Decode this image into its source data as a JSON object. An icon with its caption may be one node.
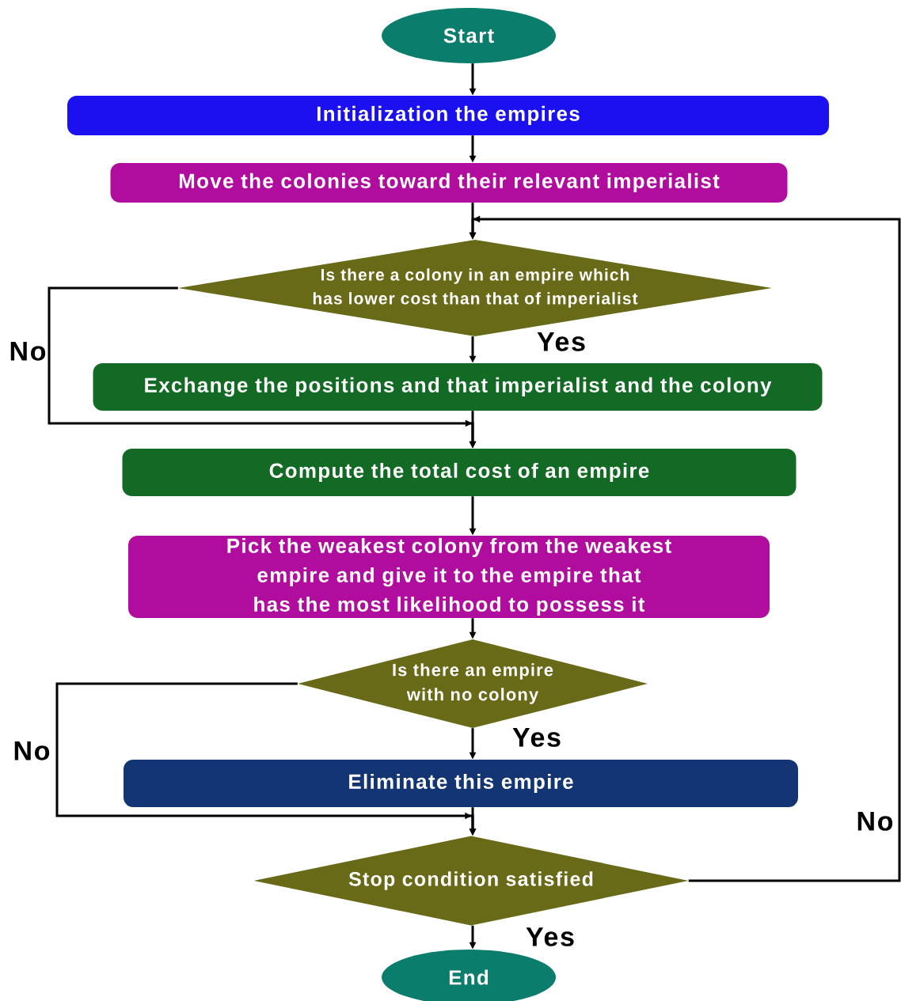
{
  "diagram": {
    "nodes": [
      {
        "text": [
          "Start"
        ]
      },
      {
        "text": [
          "Initialization the empires"
        ]
      },
      {
        "text": [
          "Move the colonies toward their relevant imperialist"
        ]
      },
      {
        "text": [
          "Is there a colony in an empire which has lower cost than that of imperialist"
        ]
      },
      {
        "text": [
          "Exchange the positions and that imperialist and the colony"
        ]
      },
      {
        "text": [
          "Compute the total cost of an empire"
        ]
      },
      {
        "text": [
          "Pick the weakest colony from the weakest empire and give it to the empire that has the most likelihood to possess it"
        ]
      },
      {
        "text": [
          "Is there an empire with no colony"
        ]
      },
      {
        "text": [
          "Eliminate this empire"
        ]
      },
      {
        "text": [
          "Stop condition satisfied"
        ]
      },
      {
        "text": [
          "End"
        ]
      }
    ],
    "edges": [
      {
        "from": 0,
        "to": 1,
        "arrow": "to"
      },
      {
        "from": 1,
        "to": 2,
        "arrow": "to"
      },
      {
        "from": 2,
        "to": 3,
        "arrow": "to"
      },
      {
        "from": 3,
        "to": 4,
        "arrow": "to",
        "label": "Yes"
      },
      {
        "from": 3,
        "to": 5,
        "arrow": "to",
        "label": "No"
      },
      {
        "from": 4,
        "to": 5,
        "arrow": "to"
      },
      {
        "from": 5,
        "to": 6,
        "arrow": "to"
      },
      {
        "from": 6,
        "to": 7,
        "arrow": "to"
      },
      {
        "from": 7,
        "to": 8,
        "arrow": "to",
        "label": "Yes"
      },
      {
        "from": 7,
        "to": 9,
        "arrow": "to",
        "label": "No"
      },
      {
        "from": 8,
        "to": 9,
        "arrow": "to"
      },
      {
        "from": 9,
        "to": 10,
        "arrow": "to",
        "label": "Yes"
      },
      {
        "from": 9,
        "to": 3,
        "arrow": "to",
        "label": "No"
      }
    ]
  }
}
